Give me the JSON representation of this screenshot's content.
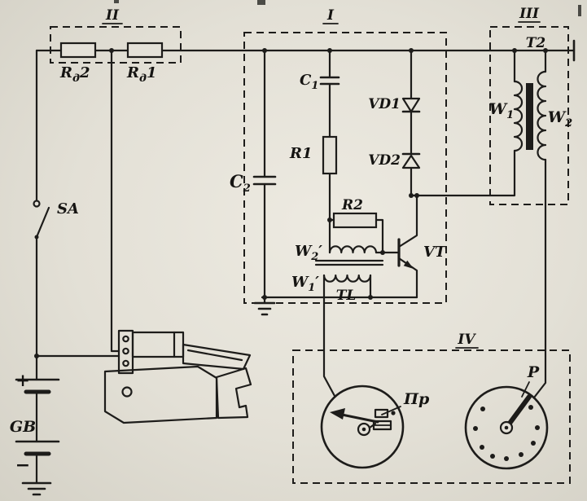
{
  "colors": {
    "ink": "#1d1c1a",
    "paper": "#e4e1d8"
  },
  "blocks": {
    "i": "I",
    "ii": "II",
    "iii": "III",
    "iv": "IV"
  },
  "labels": {
    "rd2": {
      "base": "R",
      "sub": "д",
      "num": "2"
    },
    "rd1": {
      "base": "R",
      "sub": "д",
      "num": "1"
    },
    "sa": "SA",
    "plus": "+",
    "gb": "GB",
    "minus": "−",
    "c1": {
      "base": "C",
      "sub": "1"
    },
    "c2": {
      "base": "C",
      "sub": "2"
    },
    "r1": "R1",
    "r2": "R2",
    "vd1": "VD1",
    "vd2": "VD2",
    "vt": "VT",
    "w2_prime": {
      "base": "W",
      "sub": "2",
      "mark": "′"
    },
    "w1_prime": {
      "base": "W",
      "sub": "1",
      "mark": "′"
    },
    "tl": "TL",
    "t2": "T2",
    "w1": {
      "base": "W",
      "sub": "1"
    },
    "w2": {
      "base": "W",
      "sub": "2"
    },
    "breaker": "Пр",
    "distributor": "P"
  }
}
